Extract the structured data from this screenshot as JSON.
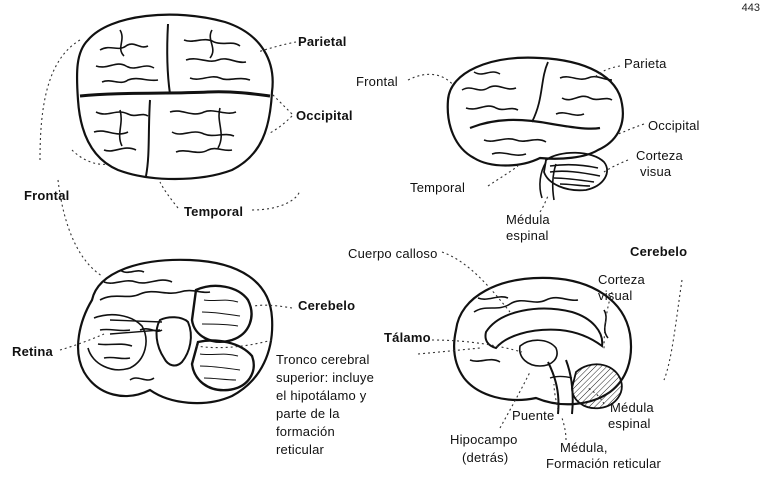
{
  "page_number": "443",
  "views": {
    "top": {
      "parietal": "Parietal",
      "occipital": "Occipital",
      "frontal": "Frontal",
      "temporal": "Temporal"
    },
    "lateral": {
      "frontal": "Frontal",
      "parietal": "Parieta",
      "occipital": "Occipital",
      "visual_cortex_1": "Corteza",
      "visual_cortex_2": "visua",
      "temporal": "Temporal",
      "spinal_cord_1": "Médula",
      "spinal_cord_2": "espinal"
    },
    "bottom": {
      "cerebellum": "Cerebelo",
      "retina": "Retina",
      "brainstem_lines": [
        "Tronco cerebral",
        "superior: incluye",
        "el hipotálamo y",
        "parte de la",
        "formación",
        "reticular"
      ]
    },
    "medial": {
      "corpus_callosum": "Cuerpo calloso",
      "cerebellum": "Cerebelo",
      "visual_cortex_1": "Corteza",
      "visual_cortex_2": "visual",
      "thalamus": "Tálamo",
      "pons": "Puente",
      "spinal_cord_1": "Médula",
      "spinal_cord_2": "espinal",
      "hippocampus_1": "Hipocampo",
      "hippocampus_2": "(detrás)",
      "medulla_1": "Médula,",
      "medulla_2": "Formación reticular"
    }
  }
}
